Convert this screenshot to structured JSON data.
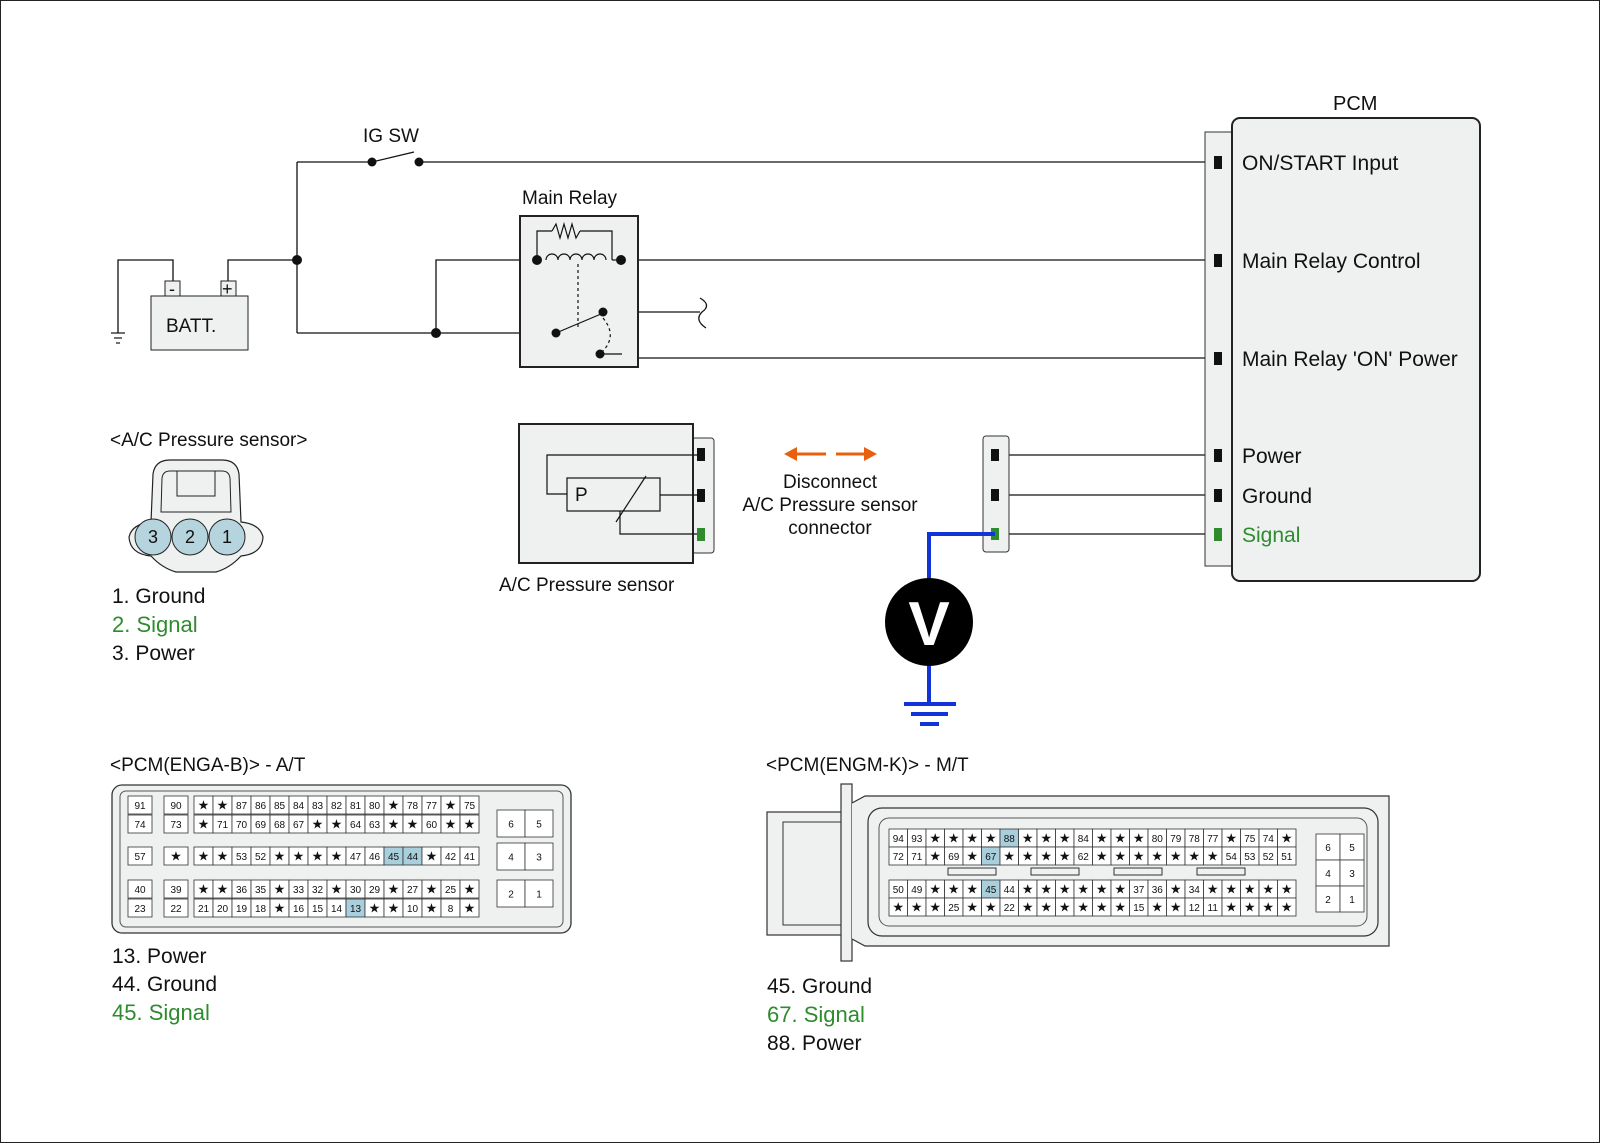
{
  "colors": {
    "signal": "#2e8b2e",
    "probe_wire": "#1034d8",
    "arrow": "#e8600c",
    "pin_highlight": "#a9cfdc",
    "box_fill": "#eef1f0",
    "sensor_pin_fill": "#b5d4dd"
  },
  "circuit": {
    "pcm_title": "PCM",
    "pcm_pins": {
      "on_start": "ON/START Input",
      "main_relay_control": "Main Relay Control",
      "main_relay_on_power": "Main Relay 'ON' Power",
      "power": "Power",
      "ground": "Ground",
      "signal": "Signal"
    },
    "ig_sw_label": "IG SW",
    "main_relay_label": "Main Relay",
    "battery_label": "BATT.",
    "battery_minus": "-",
    "battery_plus": "+",
    "sensor_p_label": "P",
    "sensor_label": "A/C Pressure sensor",
    "disconnect_line1": "Disconnect",
    "disconnect_line2": "A/C Pressure sensor",
    "disconnect_line3": "connector",
    "voltmeter_symbol": "V"
  },
  "sensor_connector": {
    "title": "<A/C Pressure sensor>",
    "pins": [
      "3",
      "2",
      "1"
    ],
    "legend": [
      {
        "text": "1. Ground",
        "signal": false
      },
      {
        "text": "2. Signal",
        "signal": true
      },
      {
        "text": "3. Power",
        "signal": false
      }
    ]
  },
  "pcm_at": {
    "title": "<PCM(ENGA-B)> - A/T",
    "left_rows": [
      [
        "91",
        "90"
      ],
      [
        "74",
        "73"
      ],
      [
        "57",
        "★"
      ],
      [
        "40",
        "39"
      ],
      [
        "23",
        "22"
      ]
    ],
    "main_rows": [
      [
        "★",
        "★",
        "87",
        "86",
        "85",
        "84",
        "83",
        "82",
        "81",
        "80",
        "★",
        "78",
        "77",
        "★",
        "75"
      ],
      [
        "★",
        "71",
        "70",
        "69",
        "68",
        "67",
        "★",
        "★",
        "64",
        "63",
        "★",
        "★",
        "60",
        "★",
        "★"
      ],
      [
        "★",
        "★",
        "53",
        "52",
        "★",
        "★",
        "★",
        "★",
        "47",
        "46",
        "45",
        "44",
        "★",
        "42",
        "41"
      ],
      [
        "★",
        "★",
        "36",
        "35",
        "★",
        "33",
        "32",
        "★",
        "30",
        "29",
        "★",
        "27",
        "★",
        "25",
        "★"
      ],
      [
        "21",
        "20",
        "19",
        "18",
        "★",
        "16",
        "15",
        "14",
        "13",
        "★",
        "★",
        "10",
        "★",
        "8",
        "★"
      ]
    ],
    "right_rows": [
      [
        "6",
        "5"
      ],
      [
        "4",
        "3"
      ],
      [
        "2",
        "1"
      ]
    ],
    "highlighted": [
      "13",
      "44",
      "45"
    ],
    "legend": [
      {
        "text": "13. Power",
        "signal": false
      },
      {
        "text": "44. Ground",
        "signal": false
      },
      {
        "text": "45. Signal",
        "signal": true
      }
    ]
  },
  "pcm_mt": {
    "title": "<PCM(ENGM-K)> - M/T",
    "rows": [
      [
        "94",
        "93",
        "★",
        "★",
        "★",
        "★",
        "88",
        "★",
        "★",
        "★",
        "84",
        "★",
        "★",
        "★",
        "80",
        "79",
        "78",
        "77",
        "★",
        "75",
        "74",
        "★"
      ],
      [
        "72",
        "71",
        "★",
        "69",
        "★",
        "67",
        "★",
        "★",
        "★",
        "★",
        "62",
        "★",
        "★",
        "★",
        "★",
        "★",
        "★",
        "★",
        "54",
        "53",
        "52",
        "51"
      ],
      [
        "50",
        "49",
        "★",
        "★",
        "★",
        "45",
        "44",
        "★",
        "★",
        "★",
        "★",
        "★",
        "★",
        "37",
        "36",
        "★",
        "34",
        "★",
        "★",
        "★",
        "★",
        "★"
      ],
      [
        "★",
        "★",
        "★",
        "25",
        "★",
        "★",
        "22",
        "★",
        "★",
        "★",
        "★",
        "★",
        "★",
        "15",
        "★",
        "★",
        "12",
        "11",
        "★",
        "★",
        "★",
        "★"
      ]
    ],
    "right_rows": [
      [
        "6",
        "5"
      ],
      [
        "4",
        "3"
      ],
      [
        "2",
        "1"
      ]
    ],
    "highlighted": [
      "45",
      "67",
      "88"
    ],
    "legend": [
      {
        "text": "45. Ground",
        "signal": false
      },
      {
        "text": "67. Signal",
        "signal": true
      },
      {
        "text": "88. Power",
        "signal": false
      }
    ]
  }
}
